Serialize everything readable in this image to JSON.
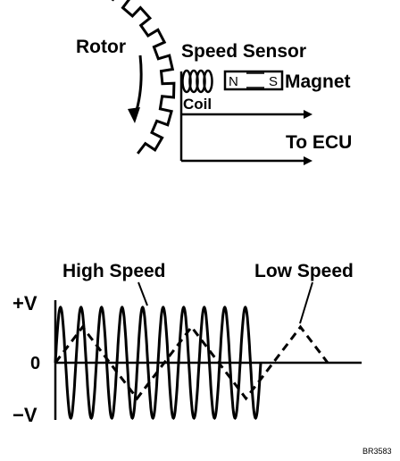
{
  "diagram": {
    "labels": {
      "rotor": "Rotor",
      "speed_sensor": "Speed Sensor",
      "coil": "Coil",
      "magnet": "Magnet",
      "magnet_n": "N",
      "magnet_s": "S",
      "to_ecu": "To ECU"
    }
  },
  "waveform": {
    "labels": {
      "high_speed": "High Speed",
      "low_speed": "Low Speed",
      "plus_v": "+V",
      "zero": "0",
      "minus_v": "−V"
    },
    "high_speed_cycles": 10,
    "low_speed_cycles": 2.5
  },
  "figure_id": "BR3583"
}
